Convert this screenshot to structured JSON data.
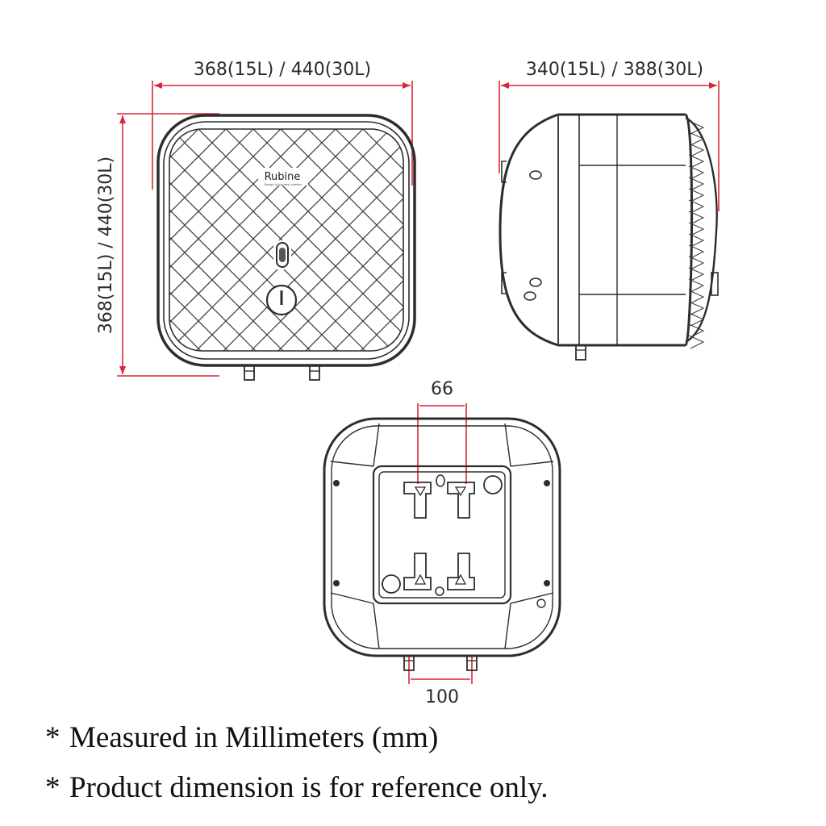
{
  "brand": {
    "logo": "Rubine",
    "tagline": "Design in the best comfort"
  },
  "dimensions": {
    "front_width": "368(15L) / 440(30L)",
    "front_height": "368(15L) / 440(30L)",
    "side_depth": "340(15L) / 388(30L)",
    "back_bracket_spacing": "66",
    "back_pipe_spacing": "100"
  },
  "notes": [
    "Measured in Millimeters (mm)",
    "Product dimension is for reference only."
  ],
  "note_marker": "*",
  "colors": {
    "dimension_line": "#d8263a",
    "outline": "#2d2d2d",
    "text": "#111111"
  },
  "views": [
    "front-view",
    "side-view",
    "back-view"
  ]
}
